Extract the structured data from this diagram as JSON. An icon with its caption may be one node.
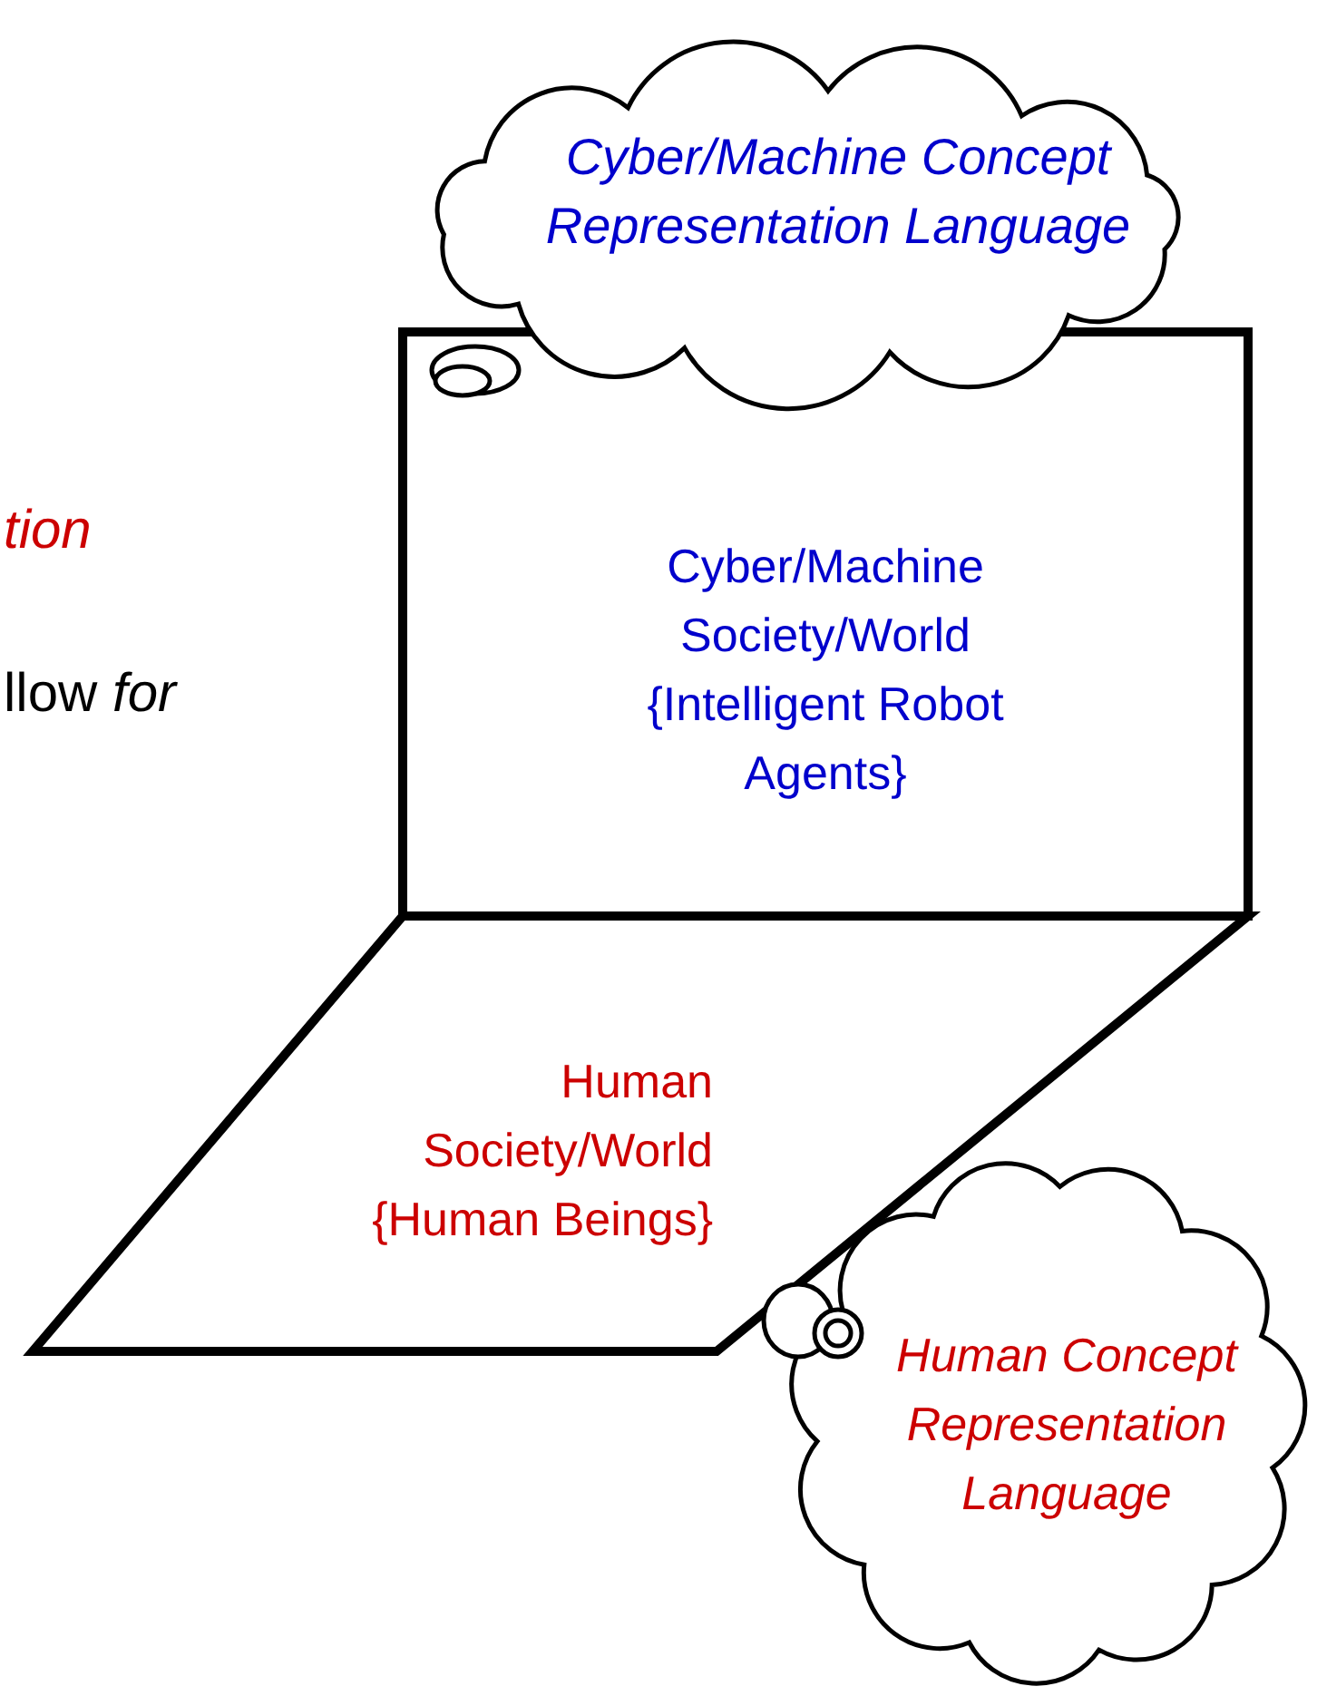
{
  "diagram": {
    "nodes": [
      {
        "text": [
          "Cyber/Machine Concept Representation Language"
        ]
      },
      {
        "text": [
          "Cyber/Machine Society/World {Intelligent Robot Agents}"
        ]
      },
      {
        "text": [
          "Human Society/World {Human Beings}"
        ]
      },
      {
        "text": [
          "Human Concept Representation Language"
        ]
      }
    ],
    "labels": [
      "tion",
      "llow *for*"
    ]
  }
}
